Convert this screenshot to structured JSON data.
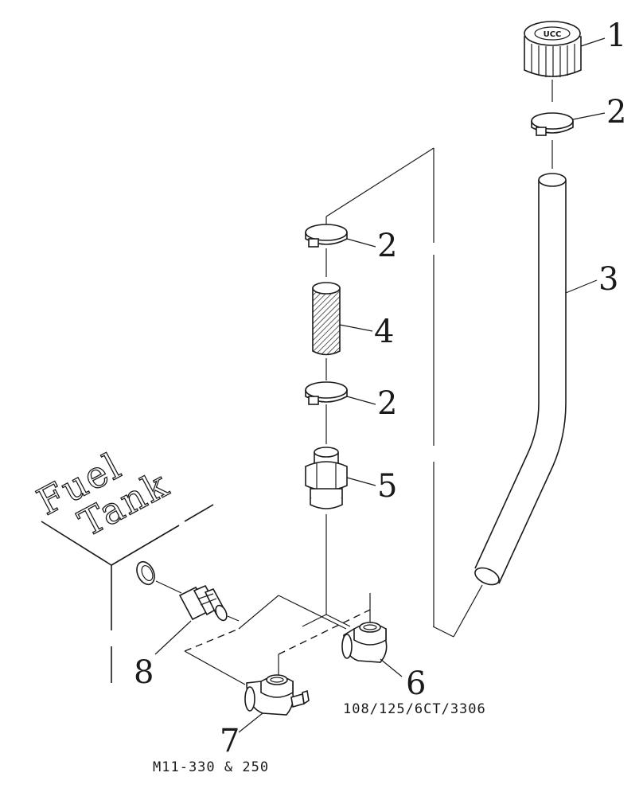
{
  "tank": {
    "line1": "Fuel",
    "line2": "Tank"
  },
  "callouts": {
    "c1": "1",
    "c2a": "2",
    "c2b": "2",
    "c2c": "2",
    "c3": "3",
    "c4": "4",
    "c5": "5",
    "c6": "6",
    "c7": "7",
    "c8": "8"
  },
  "models": {
    "m6": "108/125/6CT/3306",
    "m7": "M11-330 & 250"
  },
  "cap_logo": "UCC"
}
